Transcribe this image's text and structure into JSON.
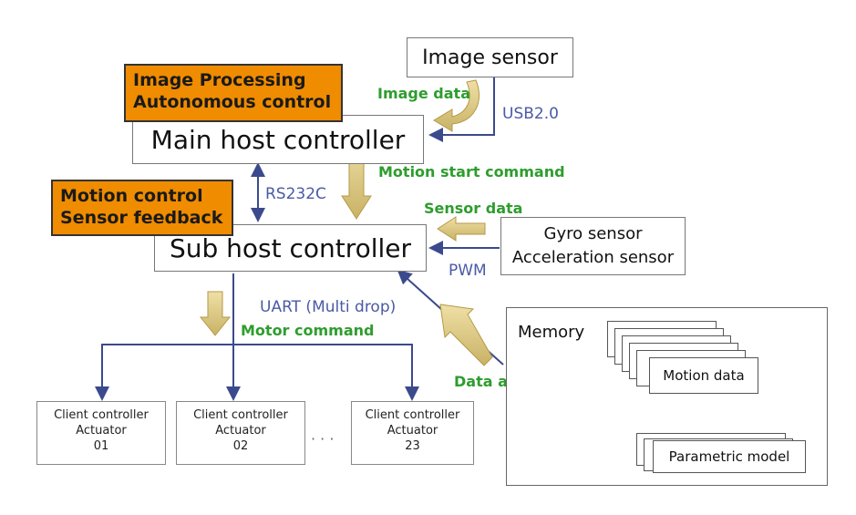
{
  "image_sensor": "Image sensor",
  "image_processing": [
    "Image Processing",
    "Autonomous control"
  ],
  "image_data": "Image data",
  "usb": "USB2.0",
  "main_host": "Main host controller",
  "motion_start": "Motion start command",
  "motion_control": [
    "Motion control",
    "Sensor feedback"
  ],
  "rs232c": "RS232C",
  "sensor_data": "Sensor data",
  "gyro": [
    "Gyro sensor",
    "Acceleration sensor"
  ],
  "sub_host": "Sub host controller",
  "pwm": "PWM",
  "uart": "UART (Multi drop)",
  "motor_command": "Motor command",
  "data_access": "Data access",
  "memory": {
    "title": "Memory",
    "motion_data": "Motion data",
    "parametric_model": "Parametric model"
  },
  "clients": [
    {
      "line1": "Client controller",
      "line2": "Actuator",
      "num": "01"
    },
    {
      "line1": "Client controller",
      "line2": "Actuator",
      "num": "02"
    },
    {
      "line1": "Client controller",
      "line2": "Actuator",
      "num": "23"
    }
  ],
  "ellipsis": "· · ·"
}
